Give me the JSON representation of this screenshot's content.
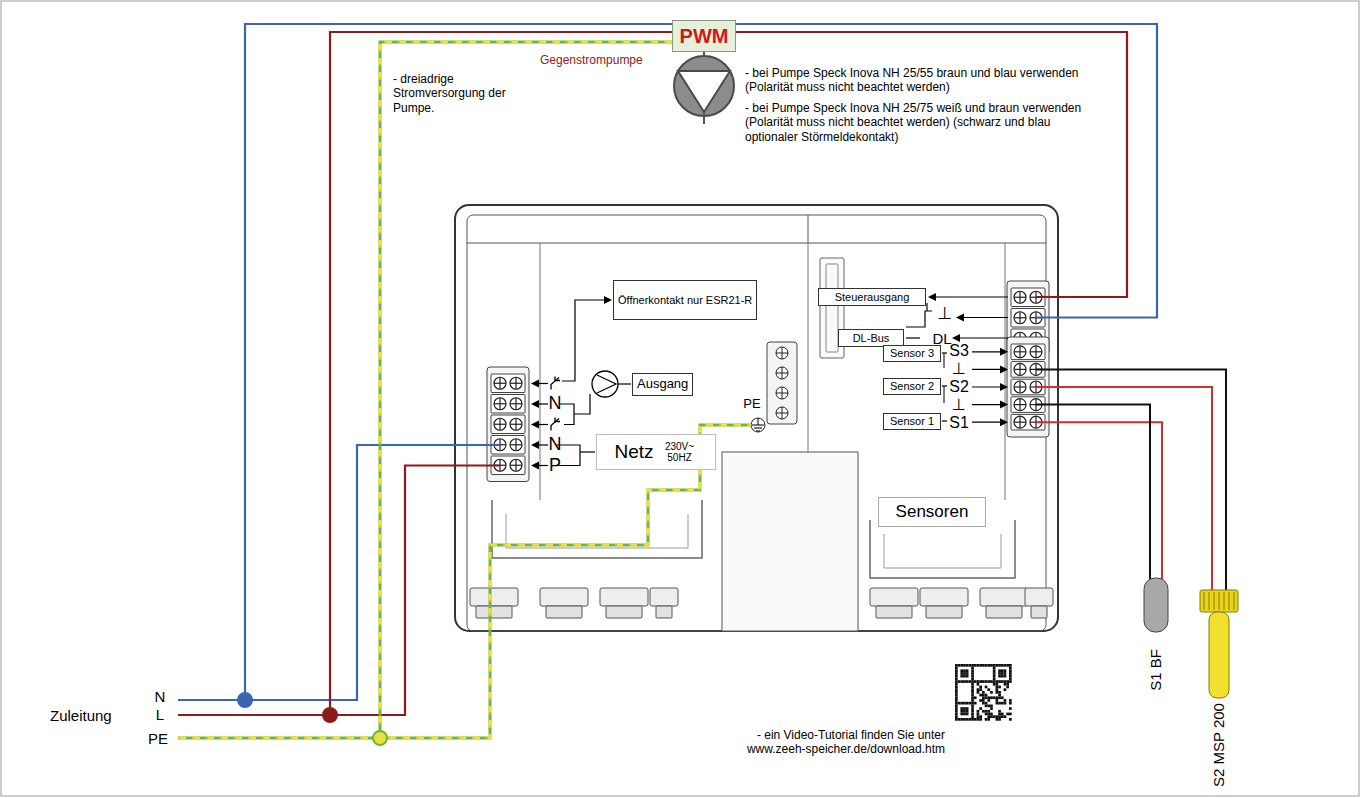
{
  "diagram": {
    "nodes": [
      {
        "text": [
          "PWM"
        ]
      },
      {
        "text": [
          "Öffnerkontakt nur ESR21-R"
        ]
      },
      {
        "text": [
          "Ausgang"
        ]
      },
      {
        "text": [
          "Netz",
          "230V~ 50HZ"
        ]
      },
      {
        "text": [
          "Steuerausgang"
        ]
      },
      {
        "text": [
          "DL-Bus"
        ]
      },
      {
        "text": [
          "Sensor 3"
        ]
      },
      {
        "text": [
          "Sensor 2"
        ]
      },
      {
        "text": [
          "Sensor 1"
        ]
      },
      {
        "text": [
          "Sensoren"
        ]
      }
    ],
    "labels": [
      "Gegenstrompumpe",
      "- bei Pumpe Speck Inova NH 25/55 braun und blau verwenden (Polarität muss nicht beachtet werden)",
      "- bei Pumpe Speck Inova NH 25/75 weiß und braun verwenden (Polarität muss nicht beachtet werden) (schwarz und blau optionaler Störmeldekontakt)",
      "- dreiadrige Stromversorgung der Pumpe.",
      "N",
      "N",
      "P",
      "PE",
      "⊥",
      "DL",
      "S3",
      "⊥",
      "S2",
      "⊥",
      "S1",
      "S1 BF",
      "S2 MSP 200",
      "N",
      "L",
      "PE",
      "Zuleitung",
      "- ein Video-Tutorial finden Sie unter www.zeeh-speicher.de/download.htm"
    ]
  }
}
